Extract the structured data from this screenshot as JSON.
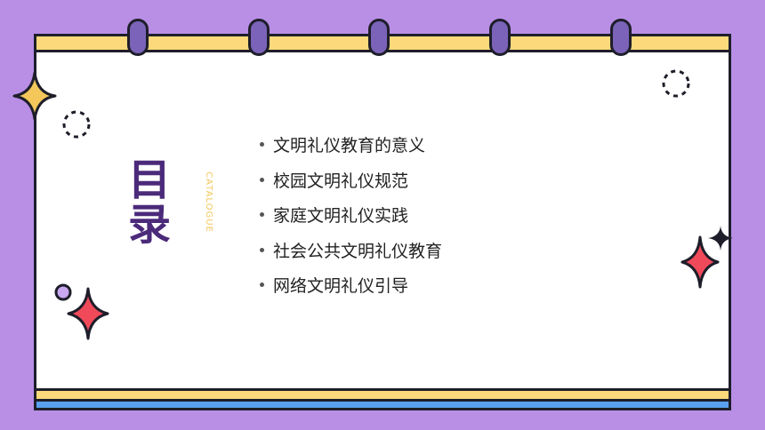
{
  "title": {
    "main": "目录",
    "sub": "CATALOGUE"
  },
  "menu": {
    "items": [
      {
        "label": "文明礼仪教育的意义"
      },
      {
        "label": "校园文明礼仪规范"
      },
      {
        "label": "家庭文明礼仪实践"
      },
      {
        "label": "社会公共文明礼仪教育"
      },
      {
        "label": "网络文明礼仪引导"
      }
    ]
  },
  "colors": {
    "background": "#b98fe6",
    "card": "#ffffff",
    "top_bar": "#fcd97a",
    "bottom_bar": "#5aa0f0",
    "rings": "#7a63b8",
    "title": "#4b2a7a",
    "subtitle": "#f3c75a",
    "star_red": "#f04a5a",
    "star_yellow": "#f3c75a"
  }
}
